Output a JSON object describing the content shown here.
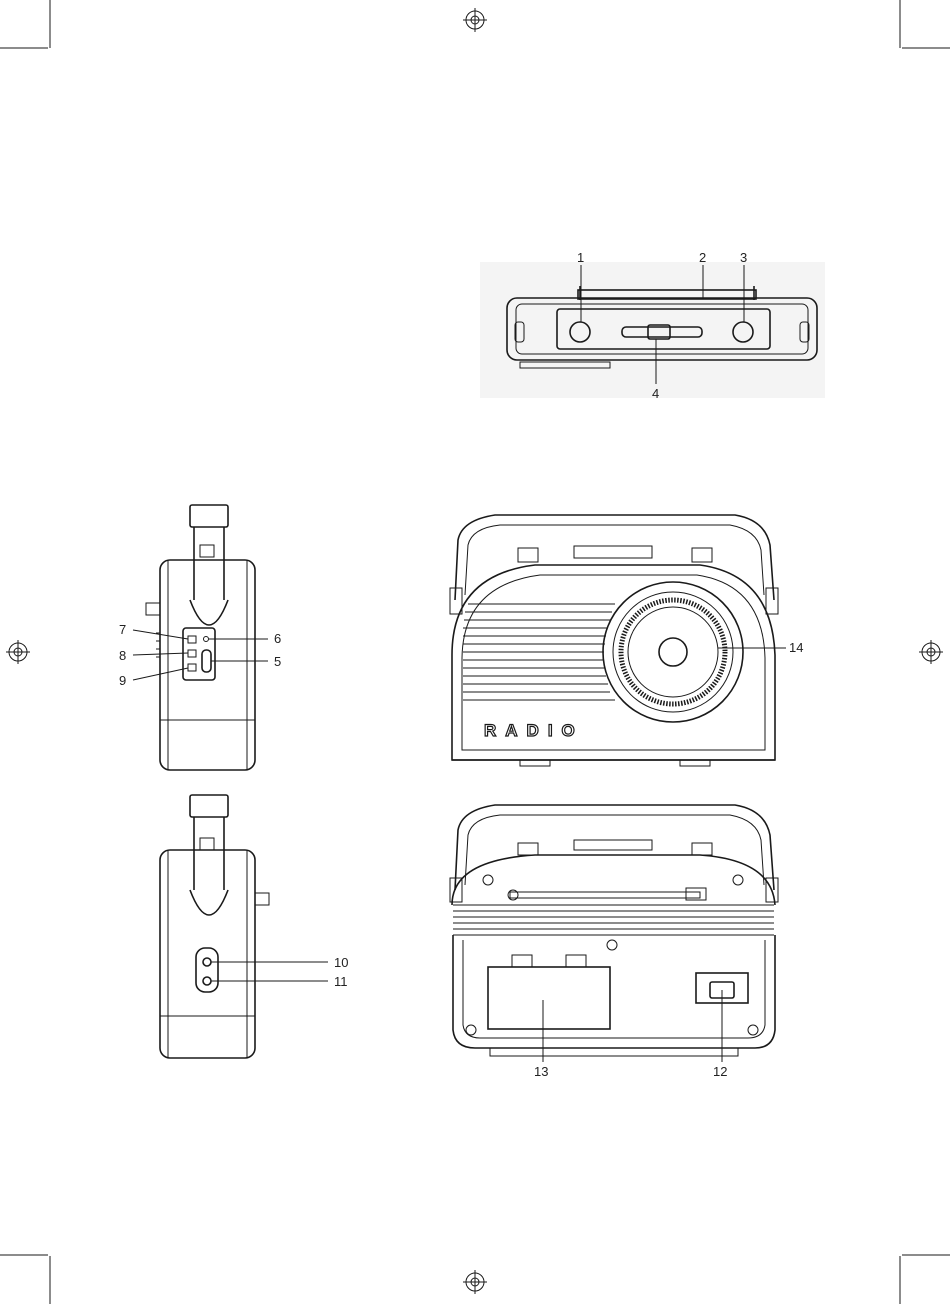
{
  "callouts": {
    "c1": "1",
    "c2": "2",
    "c3": "3",
    "c4": "4",
    "c5": "5",
    "c6": "6",
    "c7": "7",
    "c8": "8",
    "c9": "9",
    "c10": "10",
    "c11": "11",
    "c12": "12",
    "c13": "13",
    "c14": "14"
  },
  "front_panel": {
    "brand": "RADIO"
  },
  "icons": [
    "registration-mark-icon"
  ]
}
